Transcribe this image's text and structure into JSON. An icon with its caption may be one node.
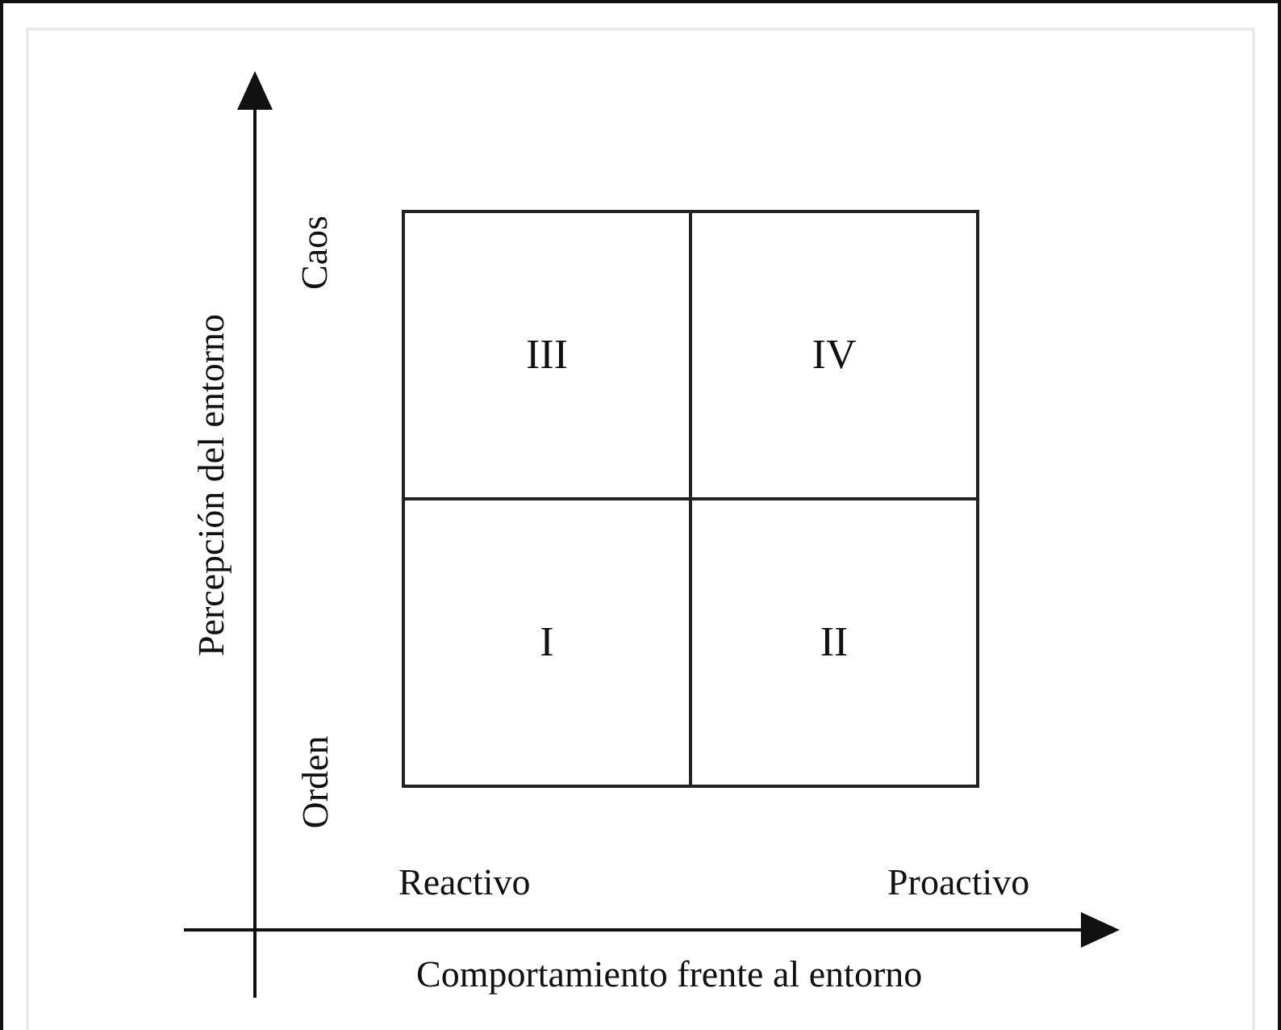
{
  "diagram": {
    "nodes": [
      {
        "text": [
          "III"
        ]
      },
      {
        "text": [
          "IV"
        ]
      },
      {
        "text": [
          "I"
        ]
      },
      {
        "text": [
          "II"
        ]
      }
    ],
    "labels": [
      "Percepción del entorno",
      "Caos",
      "Orden",
      "Reactivo",
      "Proactivo",
      "Comportamiento frente al entorno"
    ]
  }
}
